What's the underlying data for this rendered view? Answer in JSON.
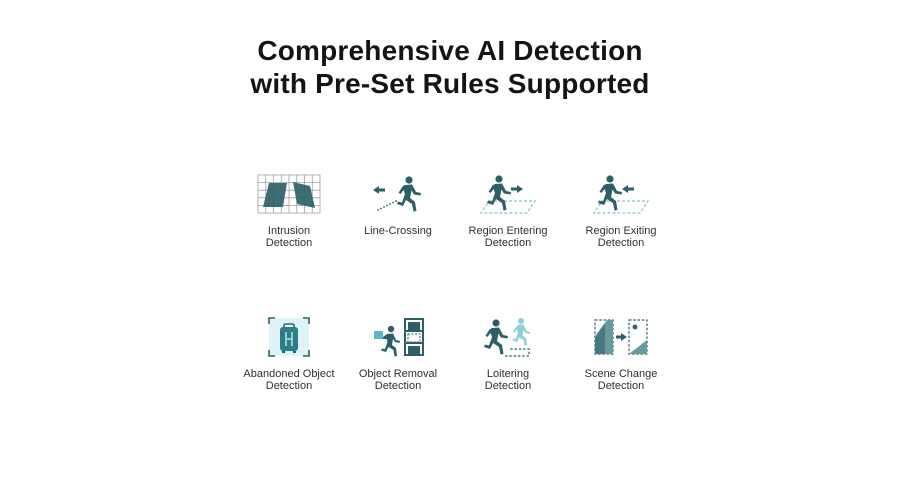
{
  "title": {
    "line1": "Comprehensive AI Detection",
    "line2": "with Pre-Set Rules Supported"
  },
  "colors": {
    "primary": "#2c5f66",
    "accent": "#8ccfd8",
    "accent_light": "#dff3f6",
    "grid": "#9a9a9a"
  },
  "features": [
    {
      "icon": "intrusion-icon",
      "label_line1": "Intrusion",
      "label_line2": "Detection"
    },
    {
      "icon": "line-crossing-icon",
      "label_line1": "Line-Crossing",
      "label_line2": ""
    },
    {
      "icon": "region-entering-icon",
      "label_line1": "Region Entering",
      "label_line2": "Detection"
    },
    {
      "icon": "region-exiting-icon",
      "label_line1": "Region Exiting",
      "label_line2": "Detection"
    },
    {
      "icon": "abandoned-object-icon",
      "label_line1": "Abandoned Object",
      "label_line2": "Detection"
    },
    {
      "icon": "object-removal-icon",
      "label_line1": "Object Removal",
      "label_line2": "Detection"
    },
    {
      "icon": "loitering-icon",
      "label_line1": "Loitering",
      "label_line2": "Detection"
    },
    {
      "icon": "scene-change-icon",
      "label_line1": "Scene Change",
      "label_line2": "Detection"
    }
  ]
}
